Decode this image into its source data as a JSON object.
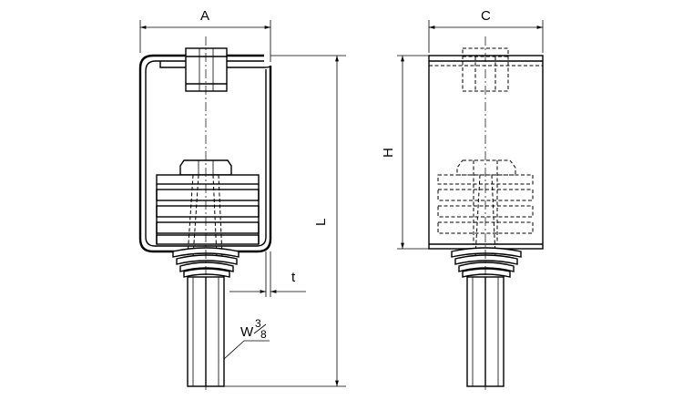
{
  "dimensions": {
    "A": "A",
    "C": "C",
    "H": "H",
    "L": "L",
    "t": "t"
  },
  "thread": {
    "prefix": "W",
    "numerator": "3",
    "denominator": "8"
  },
  "colors": {
    "line": "#000000",
    "background": "#ffffff"
  }
}
